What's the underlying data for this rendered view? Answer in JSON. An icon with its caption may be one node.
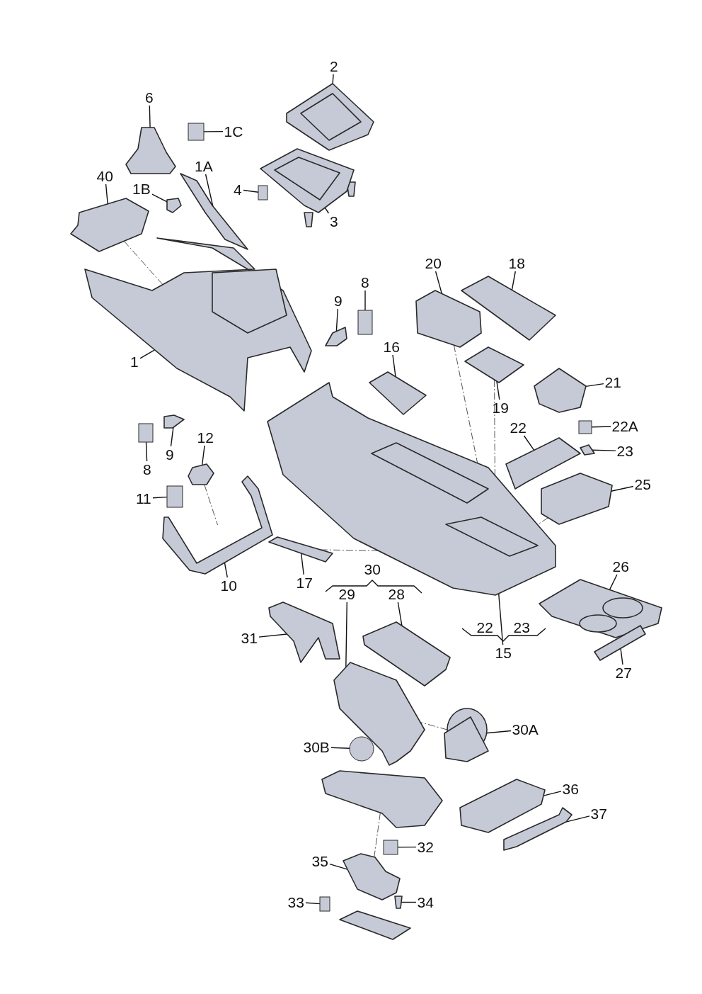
{
  "diagram": {
    "nodes": [
      {
        "text": [
          "2"
        ]
      },
      {
        "text": [
          "6"
        ]
      },
      {
        "text": [
          "1C"
        ]
      },
      {
        "text": [
          "1A"
        ]
      },
      {
        "text": [
          "40"
        ]
      },
      {
        "text": [
          "1B"
        ]
      },
      {
        "text": [
          "4"
        ]
      },
      {
        "text": [
          "3"
        ]
      },
      {
        "text": [
          "1"
        ]
      },
      {
        "text": [
          "20"
        ]
      },
      {
        "text": [
          "18"
        ]
      },
      {
        "text": [
          "9"
        ]
      },
      {
        "text": [
          "8"
        ]
      },
      {
        "text": [
          "16"
        ]
      },
      {
        "text": [
          "19"
        ]
      },
      {
        "text": [
          "21"
        ]
      },
      {
        "text": [
          "8"
        ]
      },
      {
        "text": [
          "9"
        ]
      },
      {
        "text": [
          "12"
        ]
      },
      {
        "text": [
          "22"
        ]
      },
      {
        "text": [
          "22A"
        ]
      },
      {
        "text": [
          "23"
        ]
      },
      {
        "text": [
          "11"
        ]
      },
      {
        "text": [
          "25"
        ]
      },
      {
        "text": [
          "17"
        ]
      },
      {
        "text": [
          "10"
        ]
      },
      {
        "text": [
          "29"
        ]
      },
      {
        "text": [
          "28"
        ]
      },
      {
        "text": [
          "26"
        ]
      },
      {
        "text": [
          "15"
        ]
      },
      {
        "text": [
          "31"
        ]
      },
      {
        "text": [
          "27"
        ]
      },
      {
        "text": [
          "30A"
        ]
      },
      {
        "text": [
          "30B"
        ]
      },
      {
        "text": [
          "36"
        ]
      },
      {
        "text": [
          "37"
        ]
      },
      {
        "text": [
          "32"
        ]
      },
      {
        "text": [
          "35"
        ]
      },
      {
        "text": [
          "33"
        ]
      },
      {
        "text": [
          "34"
        ]
      },
      {
        "text": [],
        "shape": "picture"
      },
      {
        "text": [],
        "shape": "picture"
      },
      {
        "text": [],
        "shape": "box"
      },
      {
        "text": [],
        "shape": "picture"
      },
      {
        "text": [],
        "shape": "picture"
      },
      {
        "text": [],
        "shape": "picture"
      },
      {
        "text": [],
        "shape": "picture"
      },
      {
        "text": [],
        "shape": "box"
      },
      {
        "text": [],
        "shape": "picture"
      },
      {
        "text": [],
        "shape": "picture"
      },
      {
        "text": [],
        "shape": "picture"
      },
      {
        "text": [],
        "shape": "picture"
      },
      {
        "text": [],
        "shape": "picture"
      },
      {
        "text": [],
        "shape": "picture"
      },
      {
        "text": [],
        "shape": "box"
      },
      {
        "text": [],
        "shape": "picture"
      },
      {
        "text": [],
        "shape": "box"
      },
      {
        "text": [],
        "shape": "picture"
      },
      {
        "text": [],
        "shape": "picture"
      },
      {
        "text": [],
        "shape": "box"
      },
      {
        "text": [],
        "shape": "picture"
      },
      {
        "text": [],
        "shape": "picture"
      },
      {
        "text": [],
        "shape": "box"
      },
      {
        "text": [],
        "shape": "picture"
      },
      {
        "text": [],
        "shape": "picture"
      },
      {
        "text": [],
        "shape": "picture"
      },
      {
        "text": [],
        "shape": "picture"
      },
      {
        "text": [],
        "shape": "picture"
      },
      {
        "text": [],
        "shape": "picture"
      },
      {
        "text": [],
        "shape": "picture"
      },
      {
        "text": [],
        "shape": "picture"
      },
      {
        "text": [],
        "shape": "picture"
      },
      {
        "text": [],
        "shape": "picture"
      },
      {
        "text": [],
        "shape": "circle"
      },
      {
        "text": [],
        "shape": "picture"
      },
      {
        "text": [],
        "shape": "picture"
      },
      {
        "text": [],
        "shape": "picture"
      },
      {
        "text": [],
        "shape": "box"
      },
      {
        "text": [],
        "shape": "picture"
      },
      {
        "text": [],
        "shape": "box"
      },
      {
        "text": [],
        "shape": "picture"
      }
    ],
    "edges": [
      {
        "from": 0,
        "to": 40,
        "arrow": "none"
      },
      {
        "from": 1,
        "to": 41,
        "arrow": "none"
      },
      {
        "from": 2,
        "to": 42,
        "arrow": "none"
      },
      {
        "from": 3,
        "to": 43,
        "arrow": "none"
      },
      {
        "from": 4,
        "to": 44,
        "arrow": "none"
      },
      {
        "from": 5,
        "to": 45,
        "arrow": "none"
      },
      {
        "from": 6,
        "to": 47,
        "arrow": "none"
      },
      {
        "from": 7,
        "to": 46,
        "arrow": "none"
      },
      {
        "from": 8,
        "to": 48,
        "arrow": "none"
      },
      {
        "from": 9,
        "to": 49,
        "arrow": "none"
      },
      {
        "from": 10,
        "to": 50,
        "arrow": "none"
      },
      {
        "from": 11,
        "to": 53,
        "arrow": "none"
      },
      {
        "from": 12,
        "to": 54,
        "arrow": "none"
      },
      {
        "from": 13,
        "to": 55,
        "arrow": "none"
      },
      {
        "from": 14,
        "to": 51,
        "arrow": "none"
      },
      {
        "from": 15,
        "to": 52,
        "arrow": "none"
      },
      {
        "from": 16,
        "to": 56,
        "arrow": "none"
      },
      {
        "from": 17,
        "to": 57,
        "arrow": "none"
      },
      {
        "from": 18,
        "to": 58,
        "arrow": "none"
      },
      {
        "from": 19,
        "to": 61,
        "arrow": "none"
      },
      {
        "from": 20,
        "to": 62,
        "arrow": "none"
      },
      {
        "from": 21,
        "to": 63,
        "arrow": "none"
      },
      {
        "from": 22,
        "to": 59,
        "arrow": "none"
      },
      {
        "from": 23,
        "to": 64,
        "arrow": "none"
      },
      {
        "from": 24,
        "to": 65,
        "arrow": "none"
      },
      {
        "from": 25,
        "to": 66,
        "arrow": "none"
      },
      {
        "from": 26,
        "to": 69,
        "arrow": "none"
      },
      {
        "from": 27,
        "to": 68,
        "arrow": "none"
      },
      {
        "from": 28,
        "to": 70,
        "arrow": "none"
      },
      {
        "from": 29,
        "to": 60,
        "arrow": "none"
      },
      {
        "from": 30,
        "to": 67,
        "arrow": "none"
      },
      {
        "from": 31,
        "to": 71,
        "arrow": "none"
      },
      {
        "from": 32,
        "to": 72,
        "arrow": "none"
      },
      {
        "from": 33,
        "to": 73,
        "arrow": "none"
      },
      {
        "from": 34,
        "to": 75,
        "arrow": "none"
      },
      {
        "from": 35,
        "to": 76,
        "arrow": "none"
      },
      {
        "from": 36,
        "to": 77,
        "arrow": "none"
      },
      {
        "from": 37,
        "to": 78,
        "arrow": "none"
      },
      {
        "from": 38,
        "to": 79,
        "arrow": "none"
      },
      {
        "from": 39,
        "to": 80,
        "arrow": "none"
      },
      {
        "from": 44,
        "to": 48,
        "arrow": "none",
        "style": "dashed"
      },
      {
        "from": 49,
        "to": 60,
        "arrow": "none",
        "style": "dashed"
      },
      {
        "from": 51,
        "to": 60,
        "arrow": "none",
        "style": "dashed"
      },
      {
        "from": 58,
        "to": 66,
        "arrow": "none",
        "style": "dashed"
      },
      {
        "from": 65,
        "to": 60,
        "arrow": "none",
        "style": "dashed"
      },
      {
        "from": 64,
        "to": 60,
        "arrow": "none",
        "style": "dashed"
      },
      {
        "from": 72,
        "to": 69,
        "arrow": "none",
        "style": "dashed"
      },
      {
        "from": 74,
        "to": 78,
        "arrow": "none",
        "style": "dashed"
      }
    ],
    "labels": [
      "30",
      "22",
      "23"
    ]
  }
}
